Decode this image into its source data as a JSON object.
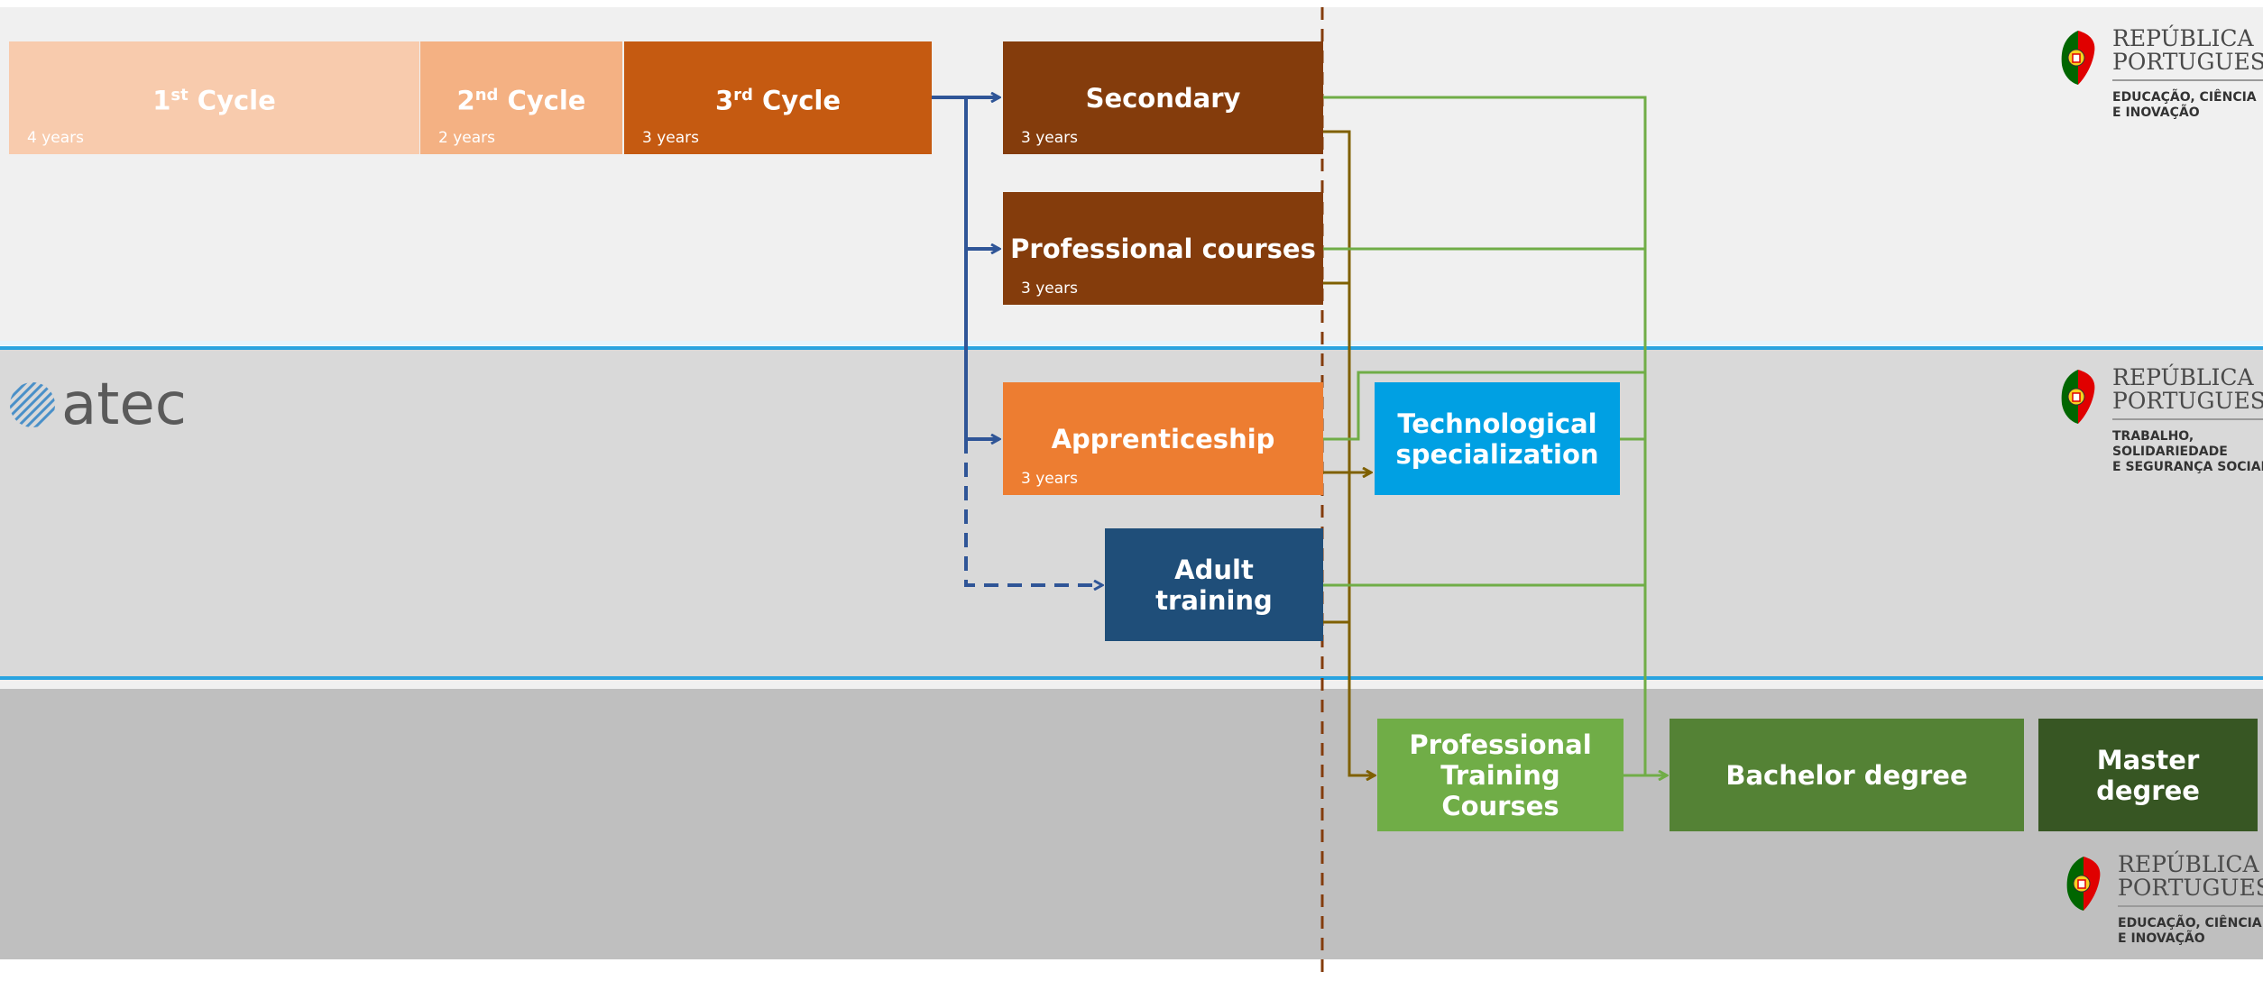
{
  "stages": {
    "cycle1": {
      "label": "1st Cycle",
      "duration": "4 years"
    },
    "cycle2": {
      "label": "2nd Cycle",
      "duration": "2 years"
    },
    "cycle3": {
      "label": "3rd Cycle",
      "duration": "3 years"
    },
    "secondary": {
      "label": "Secondary",
      "duration": "3 years"
    },
    "professional_courses": {
      "label": "Professional courses",
      "duration": "3 years"
    },
    "apprenticeship": {
      "label": "Apprenticeship",
      "duration": "3 years"
    },
    "adult_training": {
      "label": "Adult training"
    },
    "tech_specialization": {
      "label": "Technological specialization"
    },
    "professional_training": {
      "label": "Professional Training Courses"
    },
    "bachelor": {
      "label": "Bachelor degree"
    },
    "master": {
      "label": "Master degree"
    }
  },
  "logos": {
    "atec": "atec",
    "republica_top": {
      "name_line1": "REPÚBLICA",
      "name_line2": "PORTUGUESA",
      "ministry_line1": "EDUCAÇÃO, CIÊNCIA",
      "ministry_line2": "E INOVAÇÃO"
    },
    "republica_mid": {
      "name_line1": "REPÚBLICA",
      "name_line2": "PORTUGUESA",
      "ministry_line1": "TRABALHO, SOLIDARIEDADE",
      "ministry_line2": "E SEGURANÇA SOCIAL"
    },
    "republica_bottom": {
      "name_line1": "REPÚBLICA",
      "name_line2": "PORTUGUESA",
      "ministry_line1": "EDUCAÇÃO, CIÊNCIA",
      "ministry_line2": "E INOVAÇÃO"
    }
  },
  "colors": {
    "band_top": "#f0f0f0",
    "band_mid": "#d9d9d9",
    "band_bottom": "#bfbfbf",
    "separator": "#29a3e0",
    "cycle1": "#f8cbad",
    "cycle2": "#f4b183",
    "cycle3": "#c55a11",
    "secondary": "#843c0c",
    "apprenticeship": "#ed7d31",
    "adult_training": "#1f4e79",
    "tech_specialization": "#00a0e3",
    "professional_training": "#70ad47",
    "bachelor": "#548235",
    "master": "#375623",
    "arrow_blue": "#2f5597",
    "arrow_brown": "#7f6000",
    "arrow_green": "#70ad47",
    "divider_dashed": "#843c0c"
  }
}
